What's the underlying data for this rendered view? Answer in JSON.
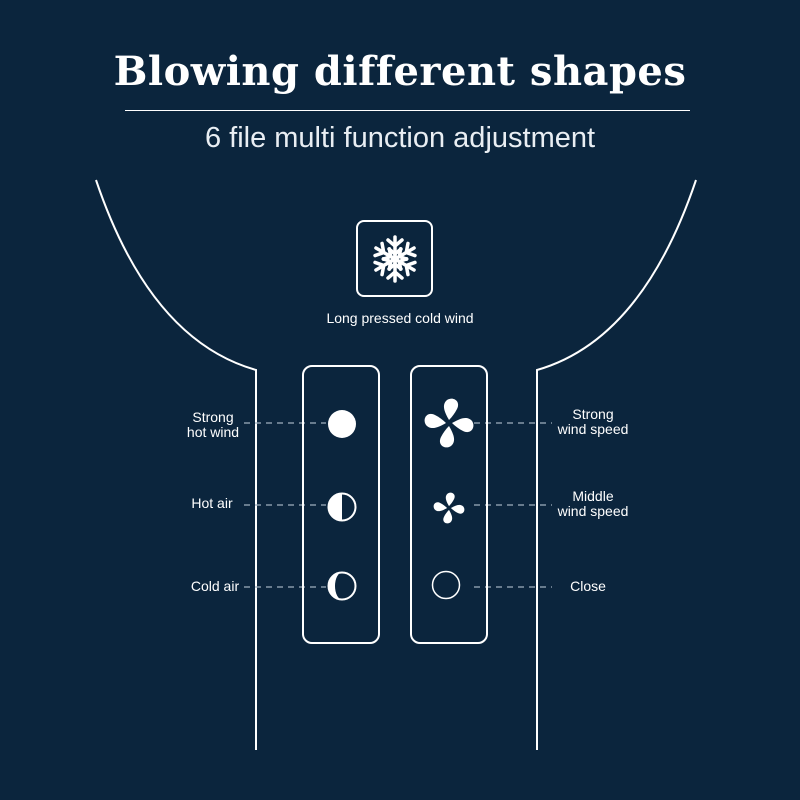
{
  "header": {
    "title": "Blowing different shapes",
    "subtitle": "6 file multi function adjustment"
  },
  "cold_button": {
    "icon": "snowflake-icon",
    "label": "Long pressed cold wind"
  },
  "heat_modes": [
    {
      "line1": "Strong",
      "line2": "hot wind",
      "icon": "full-circle-icon"
    },
    {
      "line1": "Hot air",
      "line2": "",
      "icon": "half-circle-icon"
    },
    {
      "line1": "Cold air",
      "line2": "",
      "icon": "quarter-circle-icon"
    }
  ],
  "wind_modes": [
    {
      "line1": "Strong",
      "line2": "wind speed",
      "icon": "large-fan-icon"
    },
    {
      "line1": "Middle",
      "line2": "wind speed",
      "icon": "small-fan-icon"
    },
    {
      "line1": "Close",
      "line2": "",
      "icon": "empty-circle-icon"
    }
  ],
  "colors": {
    "background": "#0b253d",
    "foreground": "#ffffff"
  }
}
